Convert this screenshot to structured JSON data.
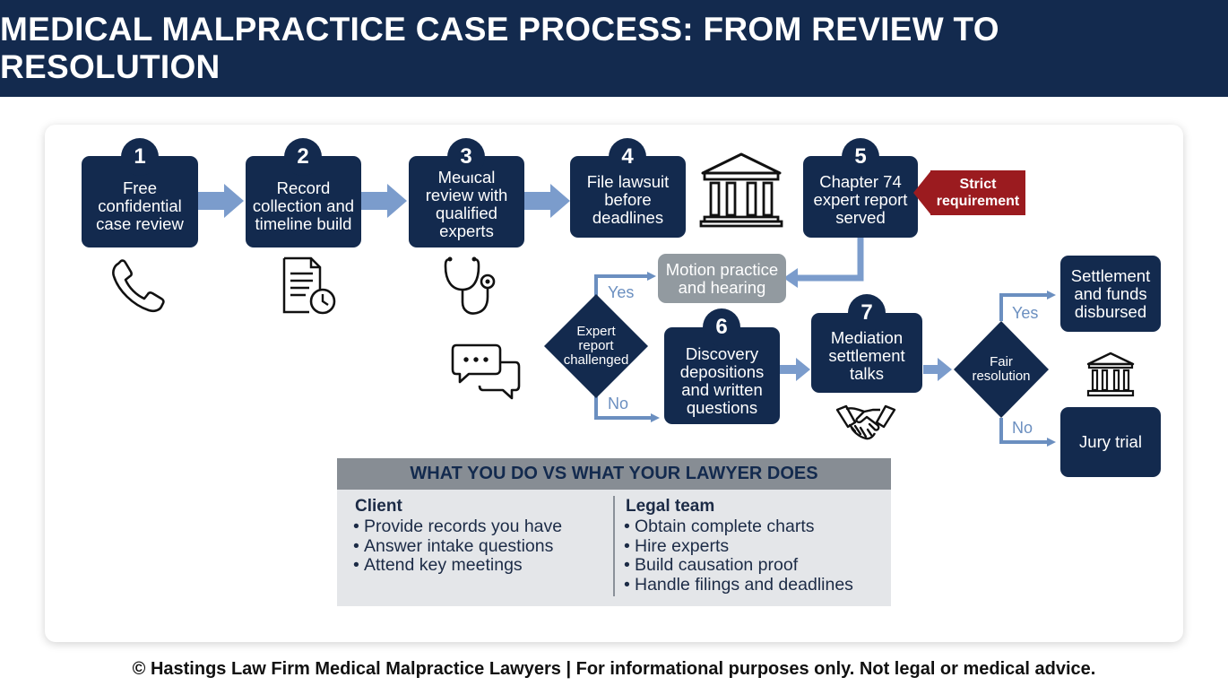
{
  "header": {
    "title": "MEDICAL MALPRACTICE CASE PROCESS: FROM REVIEW TO RESOLUTION"
  },
  "steps": {
    "s1": {
      "num": "1",
      "label": "Free confidential case review"
    },
    "s2": {
      "num": "2",
      "label": "Record collection and timeline build"
    },
    "s3": {
      "num": "3",
      "label": "Medical review with qualified experts"
    },
    "s4": {
      "num": "4",
      "label": "File lawsuit before deadlines"
    },
    "s5": {
      "num": "5",
      "label": "Chapter 74 expert report served"
    },
    "s6": {
      "num": "6",
      "label": "Discovery depositions and written questions"
    },
    "s7": {
      "num": "7",
      "label": "Mediation settlement talks"
    }
  },
  "strict_requirement": "Strict requirement",
  "motion": "Motion practice and hearing",
  "decision1": {
    "label": "Expert report challenged",
    "yes": "Yes",
    "no": "No"
  },
  "decision2": {
    "label": "Fair resolution",
    "yes": "Yes",
    "no": "No"
  },
  "outcomes": {
    "settlement": "Settlement and funds disbursed",
    "trial": "Jury trial"
  },
  "icons": [
    "phone-icon",
    "document-clock-icon",
    "stethoscope-icon",
    "courthouse-icon",
    "chat-bubbles-icon",
    "handshake-icon",
    "small-courthouse-icon"
  ],
  "colors": {
    "navy": "#132a4e",
    "arrow": "#6b8fc0",
    "alert": "#9b1b1f",
    "gray": "#929aa0"
  },
  "table": {
    "title": "WHAT YOU DO VS WHAT YOUR LAWYER DOES",
    "client": {
      "heading": "Client",
      "items": [
        "Provide records you have",
        "Answer intake questions",
        "Attend key meetings"
      ]
    },
    "legal": {
      "heading": "Legal team",
      "items": [
        "Obtain complete charts",
        "Hire experts",
        "Build causation proof",
        "Handle filings and deadlines"
      ]
    }
  },
  "footer": "© Hastings Law Firm Medical Malpractice Lawyers | For informational purposes only. Not legal or medical advice."
}
